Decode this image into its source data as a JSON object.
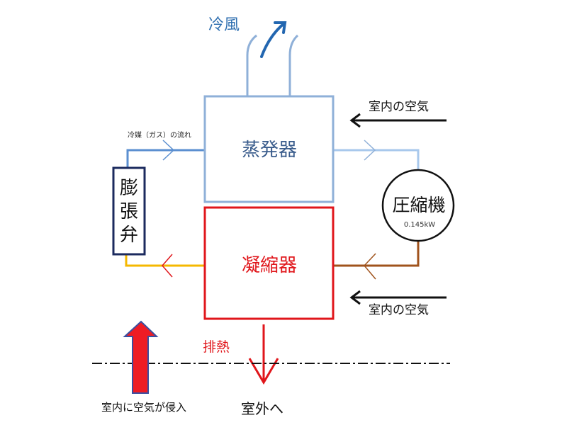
{
  "title_cold_air": "冷風",
  "refrigerant_flow_label": "冷媒（ガス）の流れ",
  "evaporator": {
    "label": "蒸発器"
  },
  "condenser": {
    "label": "凝縮器"
  },
  "expansion_valve": {
    "chars": [
      "膨",
      "張",
      "弁"
    ]
  },
  "compressor": {
    "label": "圧縮機",
    "power": "0.145kW"
  },
  "indoor_air_top": "室内の空気",
  "indoor_air_bottom": "室内の空気",
  "exhaust_heat": "排熱",
  "to_outdoor": "室外へ",
  "air_intrusion": "室内に空気が侵入",
  "colors": {
    "evaporator": "#8fb0d8",
    "condenser": "#e0161b",
    "valve": "#1b2a5e",
    "pipe_gas": "#5b8fd0",
    "pipe_light": "#a8c8ec",
    "pipe_hot": "#a0531c",
    "pipe_liquid": "#f5b800",
    "cold_air": "#2f6fb0"
  }
}
